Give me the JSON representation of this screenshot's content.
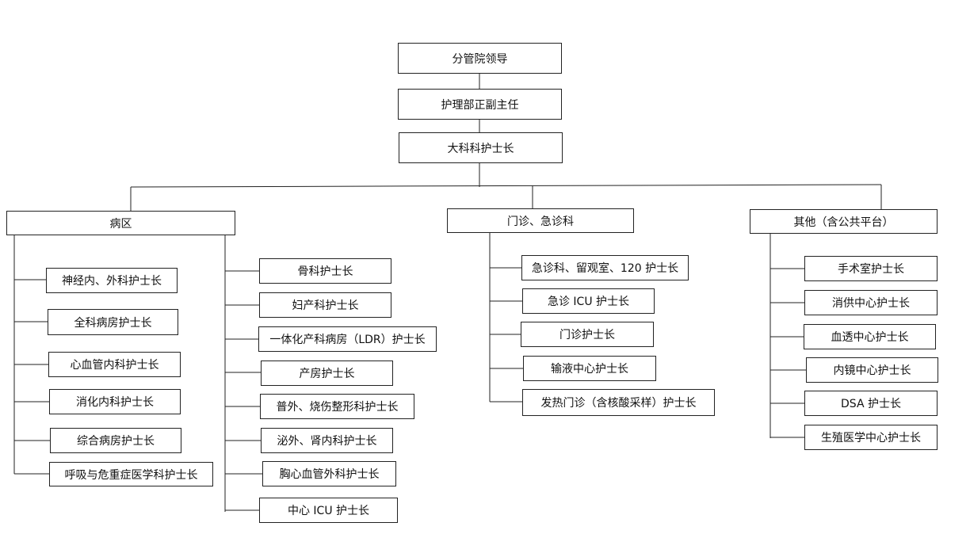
{
  "top": {
    "leader": "分管院领导",
    "nursing_director": "护理部正副主任",
    "dept_head_nurse": "大科科护士长"
  },
  "branches": {
    "ward": {
      "title": "病区",
      "left": [
        "神经内、外科护士长",
        "全科病房护士长",
        "心血管内科护士长",
        "消化内科护士长",
        "综合病房护士长",
        "呼吸与危重症医学科护士长"
      ],
      "right": [
        "骨科护士长",
        "妇产科护士长",
        "一体化产科病房（LDR）护士长",
        "产房护士长",
        "普外、烧伤整形科护士长",
        "泌外、肾内科护士长",
        "胸心血管外科护士长",
        "中心 ICU 护士长"
      ]
    },
    "outpatient": {
      "title": "门诊、急诊科",
      "items": [
        "急诊科、留观室、120 护士长",
        "急诊 ICU 护士长",
        "门诊护士长",
        "输液中心护士长",
        "发热门诊（含核酸采样）护士长"
      ]
    },
    "other": {
      "title": "其他（含公共平台）",
      "items": [
        "手术室护士长",
        "消供中心护士长",
        "血透中心护士长",
        "内镜中心护士长",
        "DSA 护士长",
        "生殖医学中心护士长"
      ]
    }
  }
}
